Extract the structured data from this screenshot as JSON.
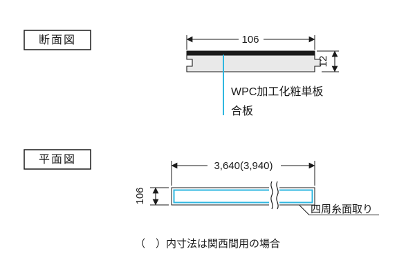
{
  "colors": {
    "accent": "#2fb7e0",
    "line": "#1a1a1a",
    "board_fill": "#e9e9e9",
    "veneer_fill": "#1a1a1a"
  },
  "cross_section": {
    "section_label": "断面図",
    "width_dim": "106",
    "thickness_dim": "12",
    "veneer_label": "WPC加工化粧単板",
    "plywood_label": "合板"
  },
  "plan_view": {
    "section_label": "平面図",
    "length_dim": "3,640(3,940)",
    "width_dim": "106",
    "chamfer_label": "四周糸面取り"
  },
  "footnote": "（　）内寸法は関西間用の場合"
}
